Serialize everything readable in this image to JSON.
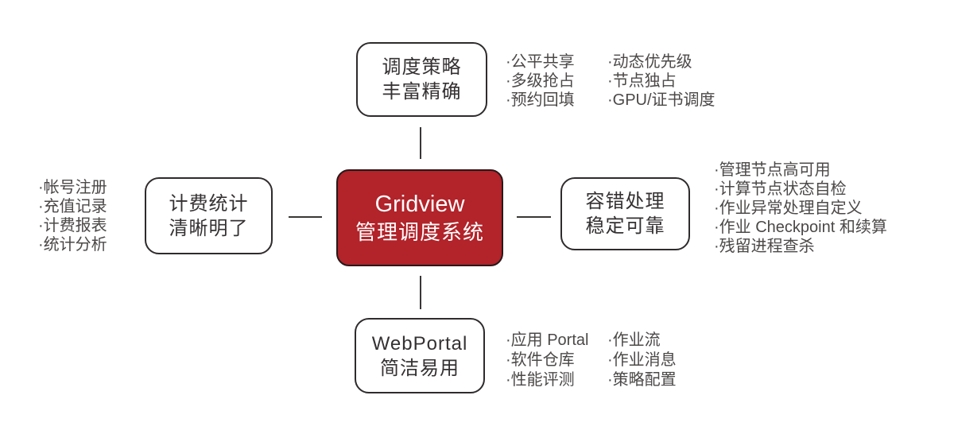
{
  "colors": {
    "background": "#ffffff",
    "accent_red": "#b2232a",
    "border_dark": "#2f2b2c",
    "heading_text": "#353132",
    "bullet_text": "#4c4848",
    "line_color": "#3a3637",
    "center_text": "#ffffff"
  },
  "center_node": {
    "line1": "Gridview",
    "line2": "管理调度系统"
  },
  "top_section": {
    "box": {
      "line1": "调度策略",
      "line2": "丰富精确"
    },
    "col1": [
      "·公平共享",
      "·多级抢占",
      "·预约回填"
    ],
    "col2": [
      "·动态优先级",
      "·节点独占",
      "·GPU/证书调度"
    ]
  },
  "left_section": {
    "box": {
      "line1": "计费统计",
      "line2": "清晰明了"
    },
    "items": [
      "·帐号注册",
      "·充值记录",
      "·计费报表",
      "·统计分析"
    ]
  },
  "right_section": {
    "box": {
      "line1": "容错处理",
      "line2": "稳定可靠"
    },
    "items": [
      "·管理节点高可用",
      "·计算节点状态自检",
      "·作业异常处理自定义",
      "·作业 Checkpoint 和续算",
      "·残留进程查杀"
    ]
  },
  "bottom_section": {
    "box": {
      "line1": "WebPortal",
      "line2": "简洁易用"
    },
    "col1": [
      "·应用 Portal",
      "·软件仓库",
      "·性能评测"
    ],
    "col2": [
      "·作业流",
      "·作业消息",
      "·策略配置"
    ]
  }
}
